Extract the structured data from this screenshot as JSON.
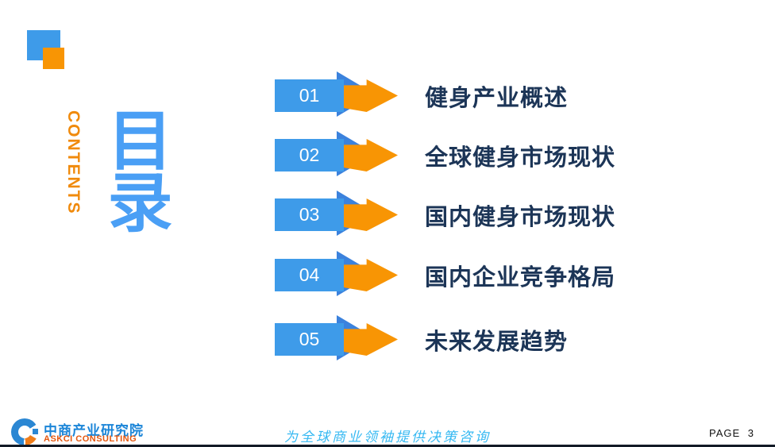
{
  "header": {
    "contents_label": "CONTENTS",
    "toc_title": "目录"
  },
  "toc": {
    "items": [
      {
        "num": "01",
        "title": "健身产业概述"
      },
      {
        "num": "02",
        "title": "全球健身市场现状"
      },
      {
        "num": "03",
        "title": "国内健身市场现状"
      },
      {
        "num": "04",
        "title": "国内企业竞争格局"
      },
      {
        "num": "05",
        "title": "未来发展趋势"
      }
    ]
  },
  "footer": {
    "logo_cn": "中商产业研究院",
    "logo_en": "ASKCI CONSULTING",
    "slogan": "为全球商业领袖提供决策咨询",
    "page_label": "PAGE 3"
  },
  "colors": {
    "accent_blue": "#3E9BE9",
    "accent_orange": "#F89504",
    "arrow_blue": "#3B82DD",
    "title_navy": "#1C3557",
    "toc_blue": "#4A9FF5",
    "contents_orange": "#F08A0C",
    "logo_blue": "#1B85D8",
    "logo_orange": "#E4560E",
    "slogan_blue": "#37B9F2"
  }
}
